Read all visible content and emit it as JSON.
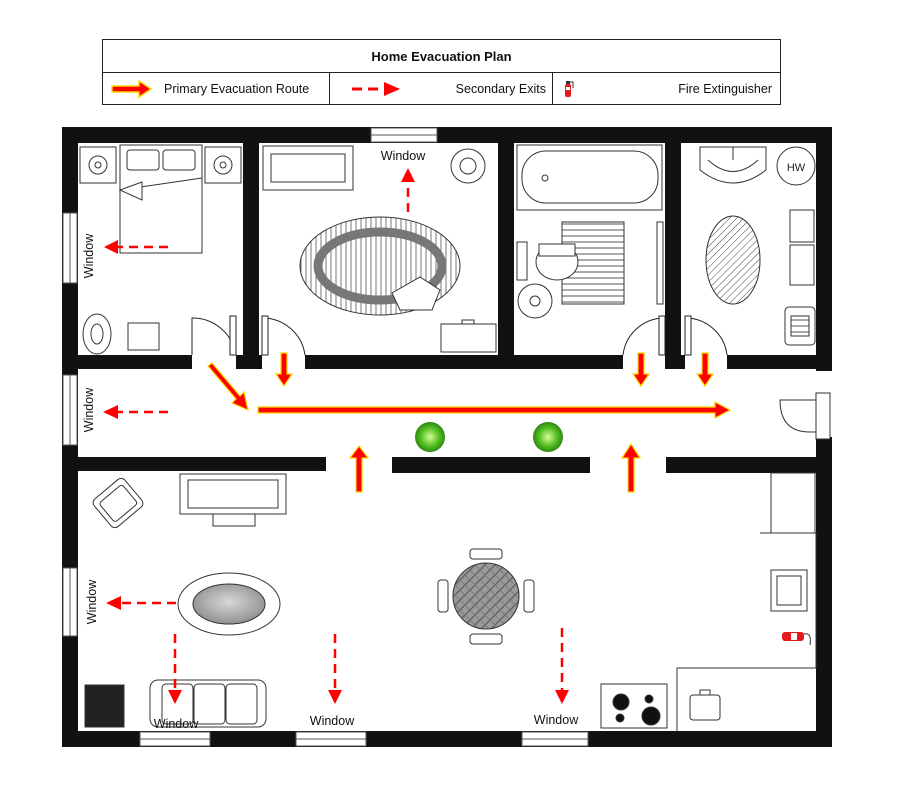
{
  "legend": {
    "title": "Home Evacuation Plan",
    "items": [
      {
        "label": "Primary Evacuation Route",
        "icon": "thick-arrow-icon"
      },
      {
        "label": "Secondary Exits",
        "icon": "dashed-arrow-icon"
      },
      {
        "label": "Fire Extinguisher",
        "icon": "fire-extinguisher-icon"
      }
    ]
  },
  "windows": {
    "bedroom": "Window",
    "bathroom_top": "Window",
    "hallway": "Window",
    "living_left": "Window",
    "bottom_left": "Window",
    "bottom_middle": "Window",
    "bottom_right": "Window"
  },
  "fixtures": {
    "water_heater": "HW"
  },
  "colors": {
    "route_red": "#ff0000",
    "route_outline": "#ffd700",
    "wall": "#111111"
  }
}
